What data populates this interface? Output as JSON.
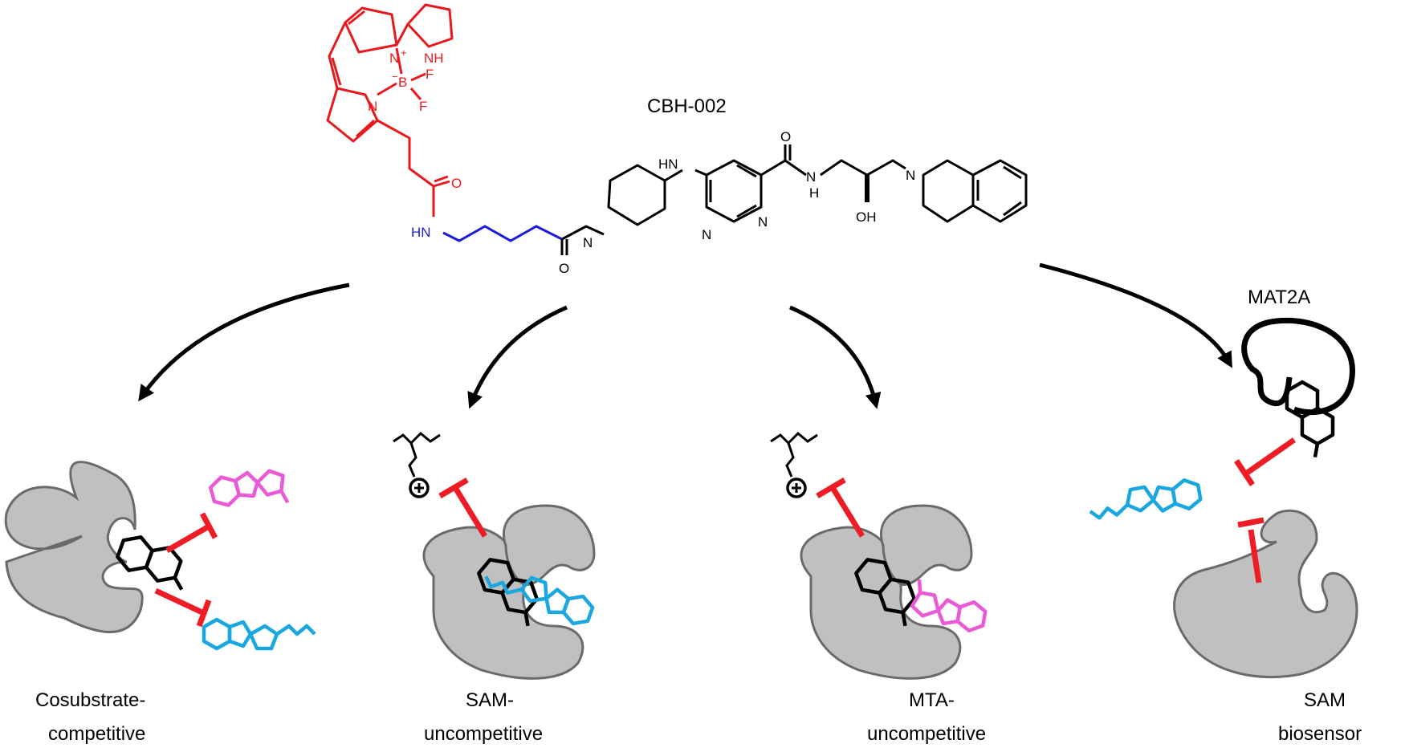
{
  "compound_name": "CBH-002",
  "enzyme_label": "MAT2A",
  "atoms": {
    "N_plus": "N",
    "plus_sign": "+",
    "boron": "B",
    "boron_charge": "−",
    "F": "F",
    "N": "N",
    "NH": "NH",
    "HN": "HN",
    "O": "O",
    "OH": "OH",
    "H": "H"
  },
  "captions": [
    {
      "line1": "Cosubstrate-",
      "line2": "competitive"
    },
    {
      "line1": "SAM-",
      "line2": "uncompetitive"
    },
    {
      "line1": "MTA-",
      "line2": "uncompetitive"
    },
    {
      "line1": "SAM",
      "line2": "biosensor"
    }
  ],
  "colors": {
    "bodipy": "#e8191e",
    "linker": "#1c1cd6",
    "protein_fill": "#c0c0c0",
    "protein_stroke": "#6a6a6a",
    "sam": "#1aa7e0",
    "mta": "#ea5ad6",
    "inhibition": "#ee1c24"
  },
  "icons": [
    "methyl-plus-icon",
    "inhibition-bar-icon",
    "curved-arrow-icon",
    "fused-ring-ligand-icon"
  ]
}
